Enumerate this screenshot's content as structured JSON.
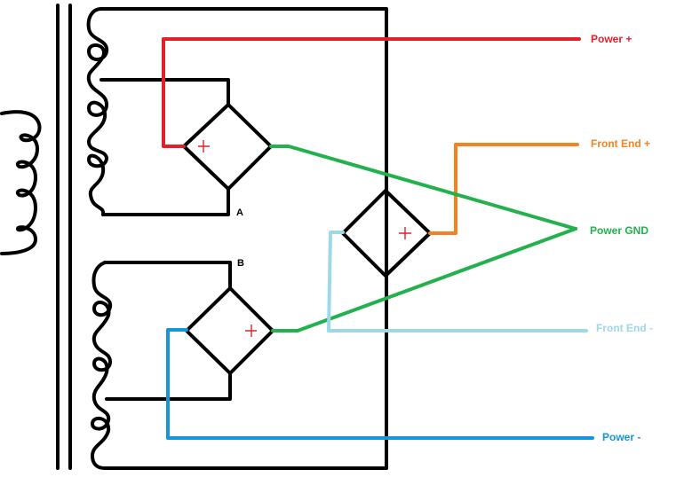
{
  "outputs": {
    "power_plus": {
      "label": "Power +",
      "color": "#e0202a"
    },
    "front_end_plus": {
      "label": "Front End +",
      "color": "#f58220"
    },
    "power_gnd": {
      "label": "Power GND",
      "color": "#22b14c"
    },
    "front_end_minus": {
      "label": "Front End -",
      "color": "#9ed8e8"
    },
    "power_minus": {
      "label": "Power -",
      "color": "#1496d8"
    }
  },
  "nodes": {
    "a": "A",
    "b": "B"
  },
  "colors": {
    "wire": "#000000",
    "plus_mark": "#e0202a"
  },
  "icons": [
    "transformer-primary-coil-icon",
    "transformer-core-icon",
    "secondary-coil-icon",
    "bridge-rectifier-icon"
  ]
}
